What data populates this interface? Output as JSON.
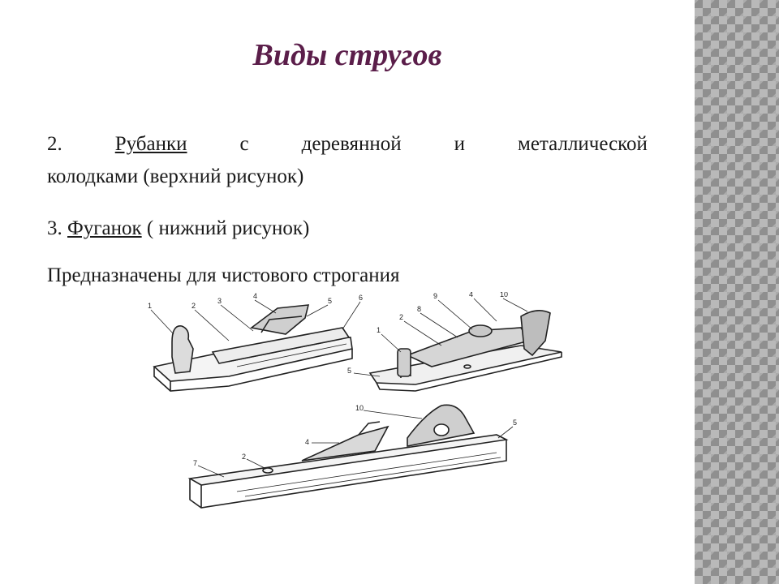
{
  "title": "Виды стругов",
  "paragraphs": {
    "p1_num": "2.",
    "p1_term": "Рубанки",
    "p1_words": [
      "с",
      "деревянной",
      "и",
      "металлической"
    ],
    "p1_line2": "колодками (верхний рисунок)",
    "p2_num": "3.",
    "p2_term": "Фуганок",
    "p2_rest": "( нижний рисунок)",
    "p3": "Предназначены для чистового строгания"
  },
  "illustration_labels": {
    "wood_plane": [
      "1",
      "2",
      "3",
      "4",
      "5",
      "6"
    ],
    "metal_plane": [
      "9",
      "4",
      "10",
      "2",
      "8",
      "1",
      "5"
    ],
    "jointer": [
      "10",
      "4",
      "5",
      "7",
      "2"
    ]
  }
}
